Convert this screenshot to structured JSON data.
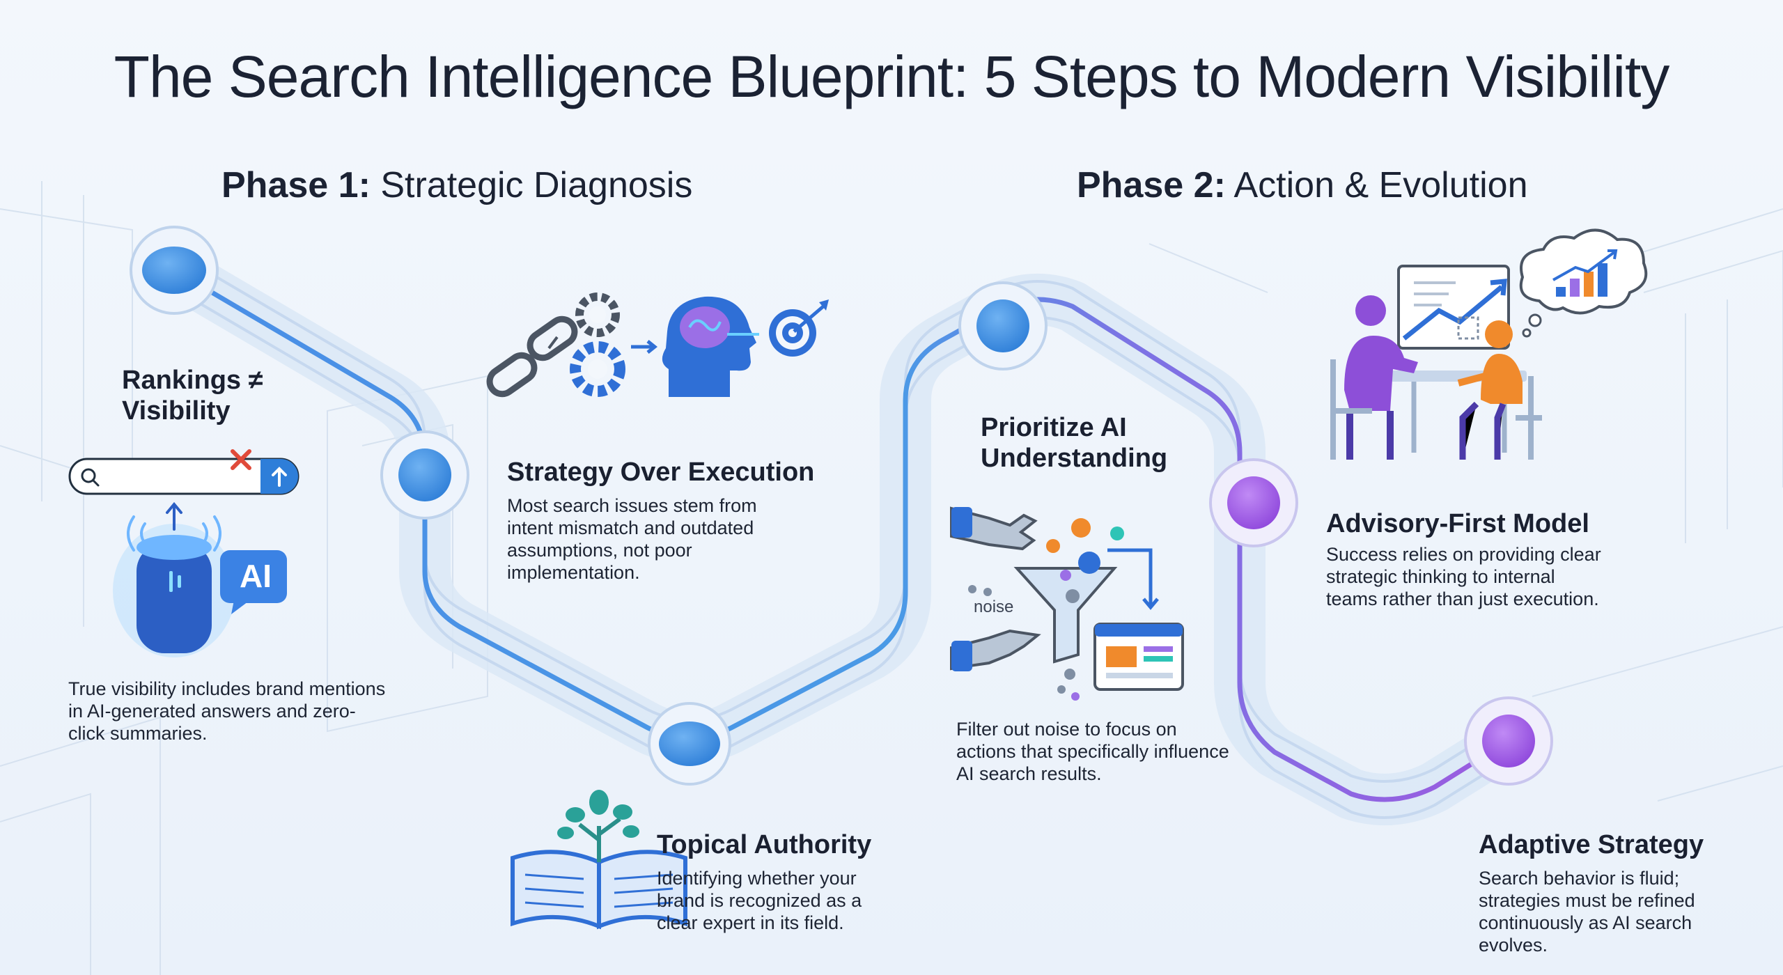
{
  "title": "The Search Intelligence Blueprint: 5 Steps to Modern Visibility",
  "phases": {
    "phase1": {
      "label": "Phase 1:",
      "name": "Strategic Diagnosis"
    },
    "phase2": {
      "label": "Phase 2:",
      "name": "Action & Evolution"
    }
  },
  "steps": {
    "rankings": {
      "title": "Rankings ≠ Visibility",
      "description": "True visibility includes brand mentions in AI-generated answers and zero-click summaries."
    },
    "strategy": {
      "title": "Strategy Over Execution",
      "description": "Most search issues stem from intent mismatch and outdated assumptions, not poor implementation."
    },
    "topical": {
      "title": "Topical Authority",
      "description": "Identifying whether your brand is recognized as a clear expert in its field."
    },
    "prioritize": {
      "title": "Prioritize AI Understanding",
      "description": "Filter out noise to focus on actions that specifically influence AI search results."
    },
    "advisory": {
      "title": "Advisory-First Model",
      "description": "Success relies on providing clear strategic thinking to internal teams rather than just execution."
    },
    "adaptive": {
      "title": "Adaptive Strategy",
      "description": "Search behavior is fluid; strategies must be refined continuously as AI search evolves."
    }
  },
  "labels": {
    "noise": "noise",
    "ai_badge": "AI"
  },
  "colors": {
    "path_blue": "#4a8ee6",
    "path_purple": "#9a5ce0",
    "node_blue": "#3d8fe0",
    "node_purple": "#a35bea",
    "icon_blue": "#2f6fd6",
    "accent_orange": "#f08a2c",
    "alert_red": "#e04a3a",
    "text_dark": "#1b2233"
  },
  "icons": [
    "search-bar-icon",
    "smart-speaker-icon",
    "ai-chat-badge-icon",
    "broken-chain-gears-icon",
    "brain-head-icon",
    "target-icon",
    "open-book-tree-icon",
    "robot-hands-funnel-icon",
    "browser-window-icon",
    "advisory-meeting-icon",
    "growth-chart-thought-icon"
  ]
}
